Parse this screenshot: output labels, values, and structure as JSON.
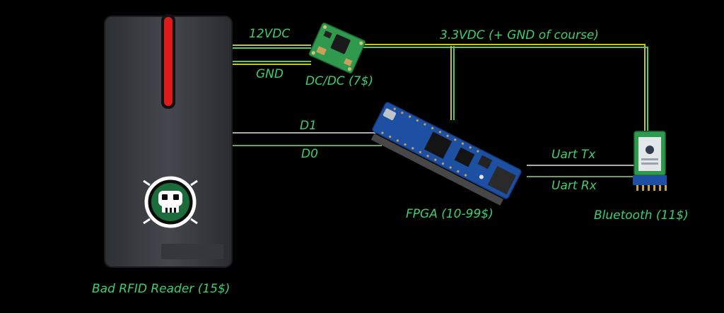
{
  "diagram": {
    "components": {
      "rfid_reader": {
        "label": "Bad RFID Reader (15$)"
      },
      "dcdc": {
        "label": "DC/DC (7$)"
      },
      "fpga": {
        "label": "FPGA (10-99$)"
      },
      "bluetooth": {
        "label": "Bluetooth (11$)"
      }
    },
    "wires": {
      "v12": "12VDC",
      "gnd": "GND",
      "v33": "3.3VDC (+ GND of course)",
      "d1": "D1",
      "d0": "D0",
      "uart_tx": "Uart Tx",
      "uart_rx": "Uart Rx"
    }
  },
  "colors": {
    "background": "#000000",
    "label_green": "#3ecf6c",
    "wire_green": "#4fd24a",
    "wire_yellow": "#c9c21a",
    "wire_white": "#e6e6e6",
    "reader_body": "#3a3d42",
    "reader_led": "#e01b1b",
    "pcb_blue": "#1d4fa3",
    "pcb_green": "#2f9a4e"
  }
}
